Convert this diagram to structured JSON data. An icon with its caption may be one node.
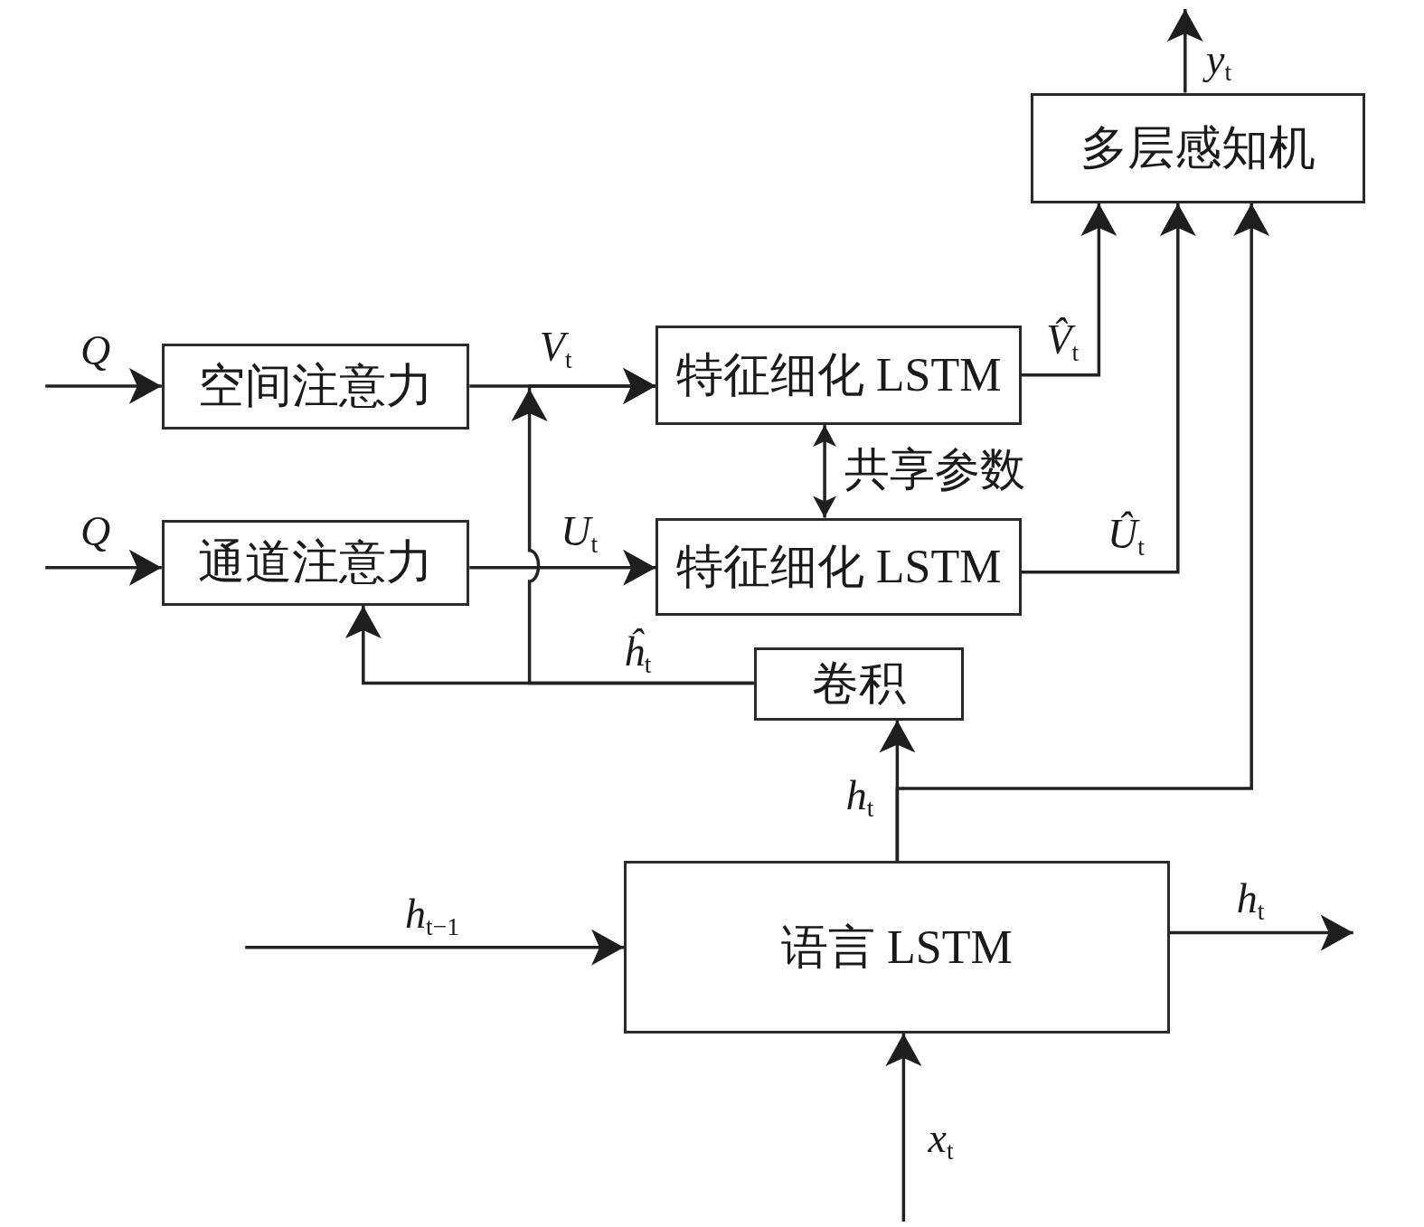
{
  "diagram": {
    "nodes": [
      {
        "text": [
          "空间注意力"
        ]
      },
      {
        "text": [
          "通道注意力"
        ]
      },
      {
        "text": [
          "特征细化 LSTM"
        ]
      },
      {
        "text": [
          "特征细化 LSTM"
        ]
      },
      {
        "text": [
          "多层感知机"
        ]
      },
      {
        "text": [
          "卷积"
        ]
      },
      {
        "text": [
          "语言 LSTM"
        ]
      }
    ],
    "edges": [
      {
        "from": null,
        "to": 0,
        "arrow": "to",
        "label": "Q"
      },
      {
        "from": null,
        "to": 1,
        "arrow": "to",
        "label": "Q"
      },
      {
        "from": 0,
        "to": 2,
        "arrow": "to",
        "label": "*V*$_{t}$"
      },
      {
        "from": 1,
        "to": 3,
        "arrow": "to",
        "label": "*U*$_{t}$"
      },
      {
        "from": 2,
        "to": 3,
        "arrow": "both",
        "label": "共享参数"
      },
      {
        "from": 2,
        "to": 4,
        "arrow": "to",
        "label": "*V̂*$_{t}$"
      },
      {
        "from": 3,
        "to": 4,
        "arrow": "to",
        "label": "*Û*$_{t}$"
      },
      {
        "from": 4,
        "to": null,
        "arrow": "to",
        "label": "*y*$_{t}$"
      },
      {
        "from": 5,
        "to": 1,
        "arrow": "to",
        "label": "*ĥ*$_{t}$"
      },
      {
        "from": 5,
        "to": 2,
        "arrow": "to"
      },
      {
        "from": 6,
        "to": 5,
        "arrow": "to",
        "label": "*h*$_{t}$"
      },
      {
        "from": 6,
        "to": 4,
        "arrow": "to"
      },
      {
        "from": null,
        "to": 6,
        "arrow": "to",
        "label": "*h*$_{t−1}$"
      },
      {
        "from": 6,
        "to": null,
        "arrow": "to",
        "label": "*h*$_{t}$"
      },
      {
        "from": null,
        "to": 6,
        "arrow": "to",
        "label": "*x*$_{t}$"
      }
    ]
  }
}
